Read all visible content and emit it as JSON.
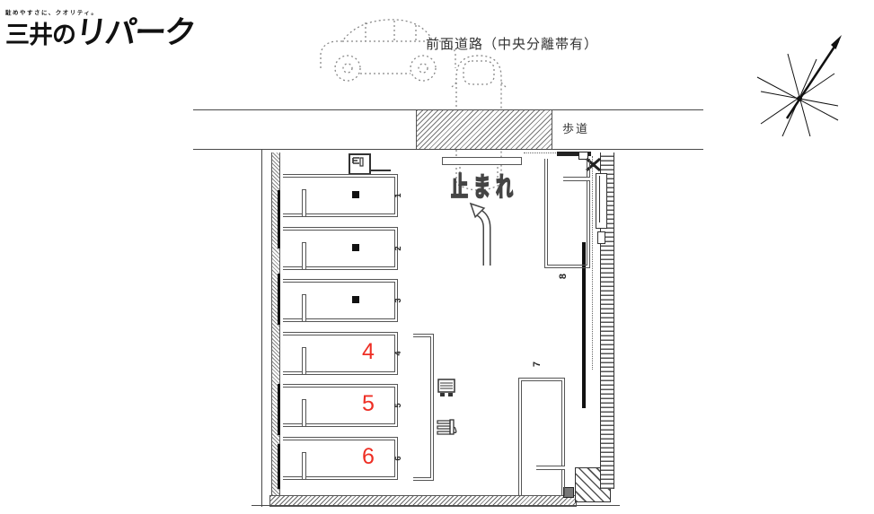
{
  "logo": {
    "tagline": "駐めやすさに、クオリティ。",
    "brand_prefix": "三井の",
    "brand_main": "リパーク"
  },
  "labels": {
    "front_road": "前面道路（中央分離帯有）",
    "sidewalk": "歩道"
  },
  "stop_marking": {
    "char1": "止",
    "char2": "ま",
    "char3": "れ"
  },
  "spaces": {
    "s1": {
      "number": "1"
    },
    "s2": {
      "number": "2"
    },
    "s3": {
      "number": "3"
    },
    "s4": {
      "number": "4",
      "red_label": "4"
    },
    "s5": {
      "number": "5",
      "red_label": "5"
    },
    "s6": {
      "number": "6",
      "red_label": "6"
    },
    "s7": {
      "number": "7"
    },
    "s8": {
      "number": "8"
    }
  },
  "colors": {
    "highlight_red": "#ee2e24",
    "drawing_line": "#4a4a4a"
  }
}
